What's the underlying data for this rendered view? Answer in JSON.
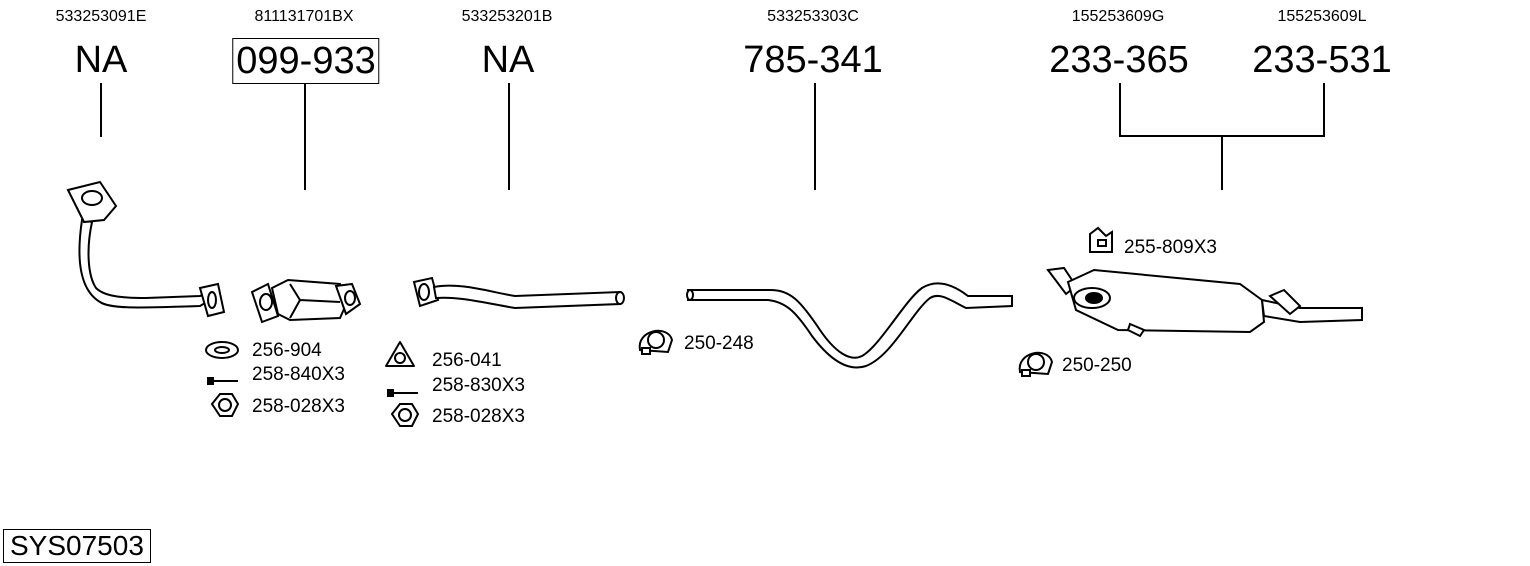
{
  "system_code": "SYS07503",
  "parts": [
    {
      "oem": "533253091E",
      "number": "NA",
      "boxed": false
    },
    {
      "oem": "811131701BX",
      "number": "099-933",
      "boxed": true
    },
    {
      "oem": "533253201B",
      "number": "NA",
      "boxed": false
    },
    {
      "oem": "533253303C",
      "number": "785-341",
      "boxed": false
    },
    {
      "oem": "155253609G",
      "number": "233-365",
      "boxed": false
    },
    {
      "oem": "155253609L",
      "number": "233-531",
      "boxed": false
    }
  ],
  "accessories": [
    {
      "label": "256-904",
      "icon": "gasket-icon"
    },
    {
      "label": "258-840X3",
      "icon": "bolt-icon"
    },
    {
      "label": "258-028X3",
      "icon": "nut-icon"
    },
    {
      "label": "256-041",
      "icon": "flange-gasket-icon"
    },
    {
      "label": "258-830X3",
      "icon": "bolt-icon"
    },
    {
      "label": "258-028X3",
      "icon": "nut-icon"
    },
    {
      "label": "250-248",
      "icon": "clamp-icon"
    },
    {
      "label": "255-809X3",
      "icon": "rubber-mount-icon"
    },
    {
      "label": "250-250",
      "icon": "clamp-icon"
    }
  ]
}
